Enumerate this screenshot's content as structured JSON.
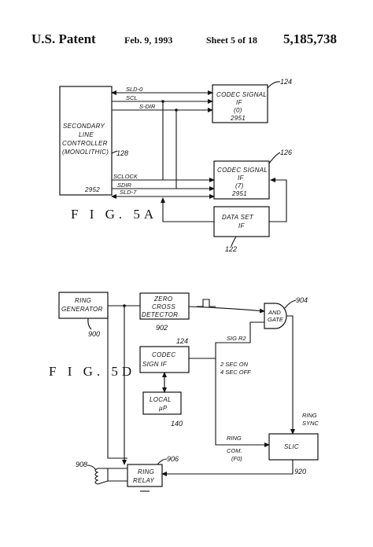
{
  "header": {
    "patent": "U.S. Patent",
    "date": "Feb. 9, 1993",
    "sheet": "Sheet 5 of 18",
    "number": "5,185,738"
  },
  "fig5a": {
    "caption": "F I G. 5A",
    "controller": {
      "lines": [
        "SECONDARY",
        "LINE",
        "CONTROLLER",
        "(MONOLITHIC)"
      ],
      "part": "2952",
      "ref": "128"
    },
    "codec0": {
      "lines": [
        "CODEC SIGNAL",
        "IF",
        "(0)",
        "2951"
      ],
      "ref": "124"
    },
    "codec7": {
      "lines": [
        "CODEC SIGNAL",
        "IF",
        "(7)",
        "2951"
      ],
      "ref": "126"
    },
    "dataset": {
      "lines": [
        "DATA SET",
        "IF"
      ],
      "ref": "122"
    },
    "signals": {
      "sld0": "SLD-0",
      "scl": "SCL",
      "sdir_top": "S-DIR",
      "sclock": "SCLOCK",
      "sdir_bot": "SDIR",
      "sld7": "SLD-7"
    }
  },
  "fig5d": {
    "caption": "F I G. 5D",
    "ring_generator": {
      "lines": [
        "RING",
        "GENERATOR"
      ],
      "ref": "900"
    },
    "zero_cross": {
      "lines": [
        "ZERO",
        "CROSS",
        "DETECTOR"
      ],
      "ref": "902"
    },
    "codec": {
      "lines": [
        "CODEC",
        "SIGN IF"
      ],
      "ref": "124"
    },
    "local_up": {
      "lines": [
        "LOCAL",
        "µP"
      ],
      "ref": "140"
    },
    "and_gate": {
      "lines": [
        "AND",
        "GATE"
      ],
      "ref": "904"
    },
    "slic": {
      "label": "SLIC",
      "ref": "920"
    },
    "ring_relay": {
      "lines": [
        "RING",
        "RELAY"
      ],
      "ref": "906"
    },
    "coil_ref": "908",
    "labels": {
      "sig_r2": "SIG R2",
      "cadence_1": "2 SEC ON",
      "cadence_2": "4 SEC OFF",
      "ring_sync_1": "RING",
      "ring_sync_2": "SYNC",
      "ring_com_1": "RING",
      "ring_com_2": "COM.",
      "ring_com_3": "(F0)"
    }
  }
}
